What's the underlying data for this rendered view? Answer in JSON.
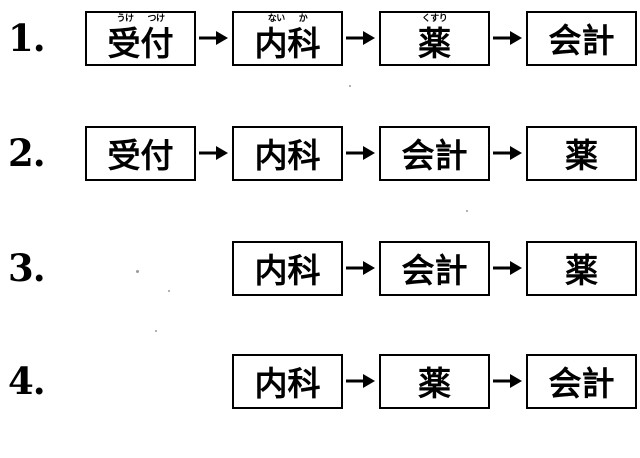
{
  "document": {
    "kind": "multiple-choice-flowchart-options",
    "language": "ja"
  },
  "arrow_glyph": "→",
  "options": [
    {
      "number": "1.",
      "start_column": 0,
      "nodes": [
        {
          "label": "受付",
          "ruby": [
            "うけ",
            "つけ"
          ]
        },
        {
          "label": "内科",
          "ruby": [
            "ない",
            "か"
          ]
        },
        {
          "label": "薬",
          "ruby": [
            "くすり"
          ]
        },
        {
          "label": "会計",
          "ruby": []
        }
      ]
    },
    {
      "number": "2.",
      "start_column": 0,
      "nodes": [
        {
          "label": "受付",
          "ruby": []
        },
        {
          "label": "内科",
          "ruby": []
        },
        {
          "label": "会計",
          "ruby": []
        },
        {
          "label": "薬",
          "ruby": []
        }
      ]
    },
    {
      "number": "3.",
      "start_column": 1,
      "nodes": [
        {
          "label": "内科",
          "ruby": []
        },
        {
          "label": "会計",
          "ruby": []
        },
        {
          "label": "薬",
          "ruby": []
        }
      ]
    },
    {
      "number": "4.",
      "start_column": 1,
      "nodes": [
        {
          "label": "内科",
          "ruby": []
        },
        {
          "label": "薬",
          "ruby": []
        },
        {
          "label": "会計",
          "ruby": []
        }
      ]
    }
  ],
  "colors": {
    "ink": "#000000",
    "paper": "#ffffff",
    "speckle": "#9a9a9a"
  }
}
